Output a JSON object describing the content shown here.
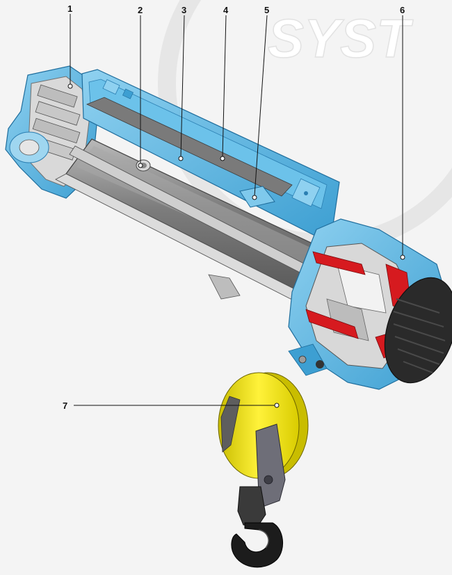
{
  "watermark": {
    "text": "SYST"
  },
  "callouts": [
    {
      "number": "1"
    },
    {
      "number": "2"
    },
    {
      "number": "3"
    },
    {
      "number": "4"
    },
    {
      "number": "5"
    },
    {
      "number": "6"
    },
    {
      "number": "7"
    }
  ],
  "colors": {
    "housing_blue": "#5cb8e4",
    "housing_blue_dark": "#2c86bd",
    "drum_grey": "#8c8c8c",
    "brake_red": "#d61a1f",
    "hook_block_yellow": "#f3e400",
    "hook_black": "#1c1c1c",
    "motor_fan_black": "#2a2a2a",
    "background": "#f4f4f4"
  }
}
